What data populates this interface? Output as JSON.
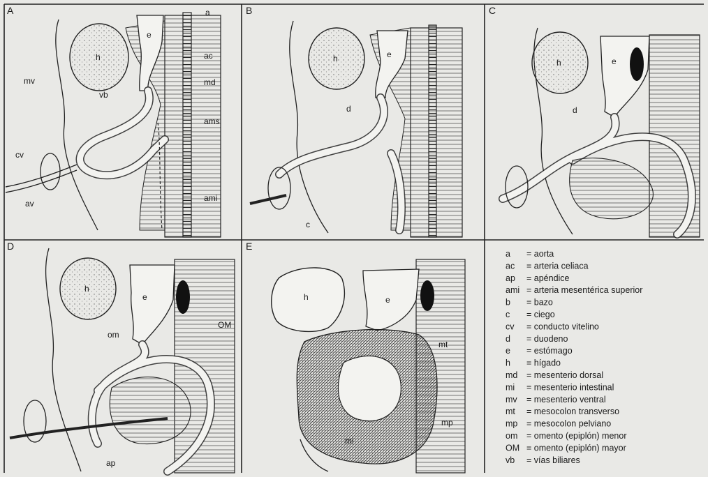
{
  "panels": {
    "A": {
      "letter": "A",
      "labels": {
        "a": "a",
        "ac": "ac",
        "md": "md",
        "ams": "ams",
        "ami": "ami",
        "mv": "mv",
        "vb": "vb",
        "h": "h",
        "e": "e",
        "cv": "cv",
        "av": "av"
      }
    },
    "B": {
      "letter": "B",
      "labels": {
        "h": "h",
        "e": "e",
        "d": "d",
        "c": "c"
      }
    },
    "C": {
      "letter": "C",
      "labels": {
        "h": "h",
        "e": "e",
        "d": "d"
      }
    },
    "D": {
      "letter": "D",
      "labels": {
        "h": "h",
        "e": "e",
        "om": "om",
        "OM": "OM",
        "ap": "ap"
      }
    },
    "E": {
      "letter": "E",
      "labels": {
        "h": "h",
        "e": "e",
        "mt": "mt",
        "mi": "mi",
        "mp": "mp"
      }
    }
  },
  "legend": [
    {
      "abbr": "a",
      "def": "= aorta"
    },
    {
      "abbr": "ac",
      "def": "= arteria celiaca"
    },
    {
      "abbr": "ap",
      "def": "= apéndice"
    },
    {
      "abbr": "ami",
      "def": "= arteria mesentérica superior"
    },
    {
      "abbr": "b",
      "def": "= bazo"
    },
    {
      "abbr": "c",
      "def": "= ciego"
    },
    {
      "abbr": "cv",
      "def": "= conducto vitelino"
    },
    {
      "abbr": "d",
      "def": "= duodeno"
    },
    {
      "abbr": "e",
      "def": "= estómago"
    },
    {
      "abbr": "h",
      "def": "= hígado"
    },
    {
      "abbr": "md",
      "def": "= mesenterio dorsal"
    },
    {
      "abbr": "mi",
      "def": "= mesenterio intestinal"
    },
    {
      "abbr": "mv",
      "def": "= mesenterio ventral"
    },
    {
      "abbr": "mt",
      "def": "= mesocolon transverso"
    },
    {
      "abbr": "mp",
      "def": "= mesocolon pelviano"
    },
    {
      "abbr": "om",
      "def": "= omento (epiplón) menor"
    },
    {
      "abbr": "OM",
      "def": "= omento (epiplón) mayor"
    },
    {
      "abbr": "vb",
      "def": "= vías biliares"
    }
  ]
}
